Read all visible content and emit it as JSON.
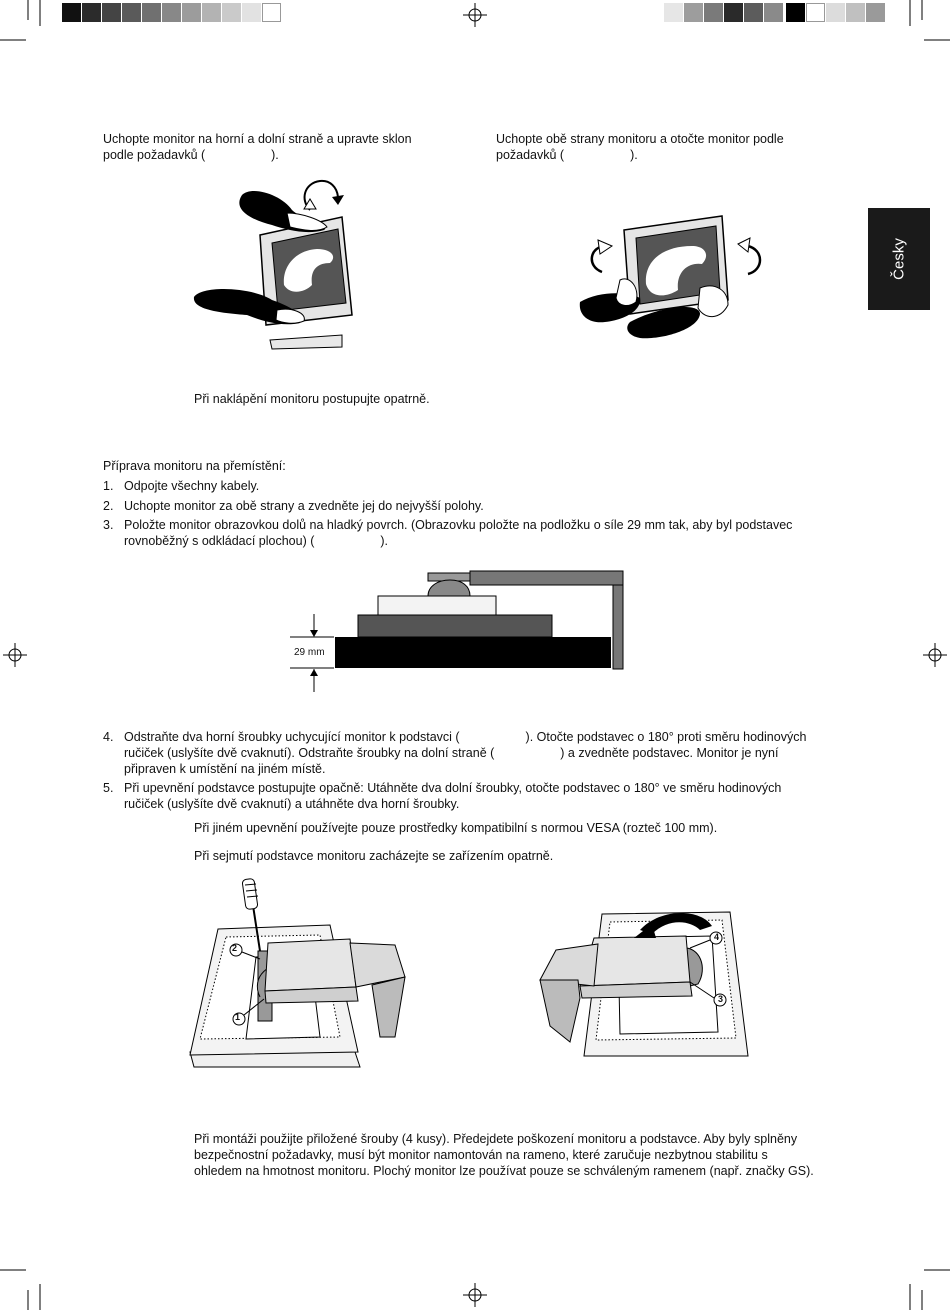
{
  "language_tab": "Česky",
  "swatches_left": [
    "#111111",
    "#2b2b2b",
    "#444444",
    "#5a5a5a",
    "#707070",
    "#888888",
    "#9c9c9c",
    "#b3b3b3",
    "#cacaca",
    "#e2e2e2",
    "#ffffff"
  ],
  "swatches_right": [
    "#e6e6e6",
    "#9d9d9d",
    "#7a7a7a",
    "#2a2a2a",
    "#5c5c5c",
    "#8a8a8a",
    "#000000",
    "#ffffff",
    "#dcdcdc",
    "#c0c0c0",
    "#9a9a9a"
  ],
  "tilt": {
    "line1": "Uchopte monitor na horní a dolní straně a upravte sklon",
    "line2": "podle požadavků (                   )."
  },
  "swivel": {
    "line1": "Uchopte obě strany monitoru a otočte monitor podle",
    "line2": "požadavků (                   )."
  },
  "tilt_caution": "Při naklápění monitoru postupujte opatrně.",
  "prepare_title": "Příprava monitoru na přemístění:",
  "steps": [
    {
      "num": "1.",
      "lines": [
        "Odpojte všechny kabely."
      ]
    },
    {
      "num": "2.",
      "lines": [
        "Uchopte monitor za obě strany a zvedněte jej do nejvyšší polohy."
      ]
    },
    {
      "num": "3.",
      "lines": [
        "Položte monitor obrazovkou dolů na hladký povrch. (Obrazovku položte na podložku o síle 29 mm tak, aby byl podstavec",
        "rovnoběžný s odkládací plochou) (                   )."
      ]
    }
  ],
  "dimension_label": "29 mm",
  "steps2": [
    {
      "num": "4.",
      "lines": [
        "Odstraňte dva horní šroubky uchycující monitor k podstavci (                   ). Otočte podstavec o 180° proti směru hodinových",
        "ručiček (uslyšíte dvě cvaknutí). Odstraňte šroubky na dolní straně (                   ) a zvedněte podstavec. Monitor je nyní",
        "připraven k umístění na jiném místě."
      ]
    },
    {
      "num": "5.",
      "lines": [
        "Při upevnění podstavce postupujte opačně: Utáhněte dva dolní šroubky, otočte podstavec o 180° ve směru hodinových",
        "ručiček (uslyšíte dvě cvaknutí) a utáhněte dva horní šroubky."
      ]
    }
  ],
  "note_vesa": "Při jiném upevnění používejte pouze prostředky kompatibilní s normou VESA (rozteč 100 mm).",
  "note_stand": "Při sejmutí podstavce monitoru zacházejte se zařízením opatrně.",
  "callouts": [
    "2",
    "1",
    "4",
    "3"
  ],
  "note_arm": [
    "Při montáži použijte přiložené šrouby (4 kusy). Předejdete poškození monitoru a podstavce. Aby byly splněny",
    "bezpečnostní požadavky, musí být monitor namontován na rameno, které zaručuje nezbytnou stabilitu s",
    "ohledem na hmotnost monitoru. Plochý monitor lze používat pouze se schváleným ramenem (např. značky GS)."
  ]
}
